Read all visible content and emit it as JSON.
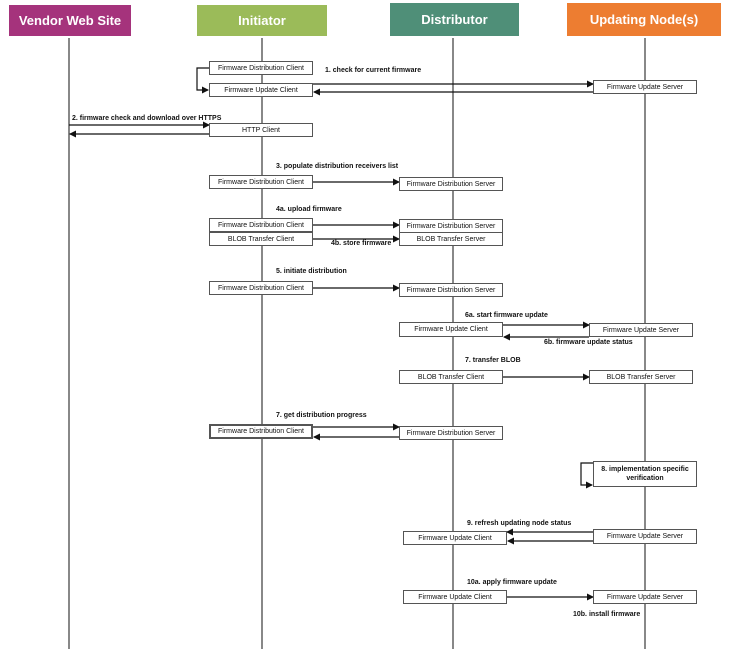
{
  "participants": [
    {
      "name": "Vendor Web Site",
      "color": "#a5337c"
    },
    {
      "name": "Initiator",
      "color": "#9bbb59"
    },
    {
      "name": "Distributor",
      "color": "#4f8f78"
    },
    {
      "name": "Updating Node(s)",
      "color": "#ed7d31"
    }
  ],
  "boxes": {
    "init_fdc_1": "Firmware Distribution Client",
    "init_fuc_1": "Firmware Update Client",
    "node_fus_1": "Firmware Update Server",
    "init_http": "HTTP Client",
    "init_fdc_3": "Firmware Distribution Client",
    "dist_fds_3": "Firmware Distribution Server",
    "init_fdc_4a": "Firmware Distribution Client",
    "dist_fds_4a": "Firmware Distribution Server",
    "init_blob_4b": "BLOB Transfer Client",
    "dist_blob_4b": "BLOB Transfer Server",
    "init_fdc_5": "Firmware Distribution Client",
    "dist_fds_5": "Firmware Distribution Server",
    "dist_fuc_6": "Firmware Update Client",
    "node_fus_6": "Firmware Update Server",
    "dist_blob_7": "BLOB Transfer Client",
    "node_blob_7": "BLOB Transfer Server",
    "init_fdc_7": "Firmware Distribution Client",
    "dist_fds_7": "Firmware Distribution Server",
    "node_verif_8": "8. implementation specific verification",
    "dist_fuc_9": "Firmware Update Client",
    "node_fus_9": "Firmware Update Server",
    "dist_fuc_10": "Firmware Update Client",
    "node_fus_10": "Firmware Update Server"
  },
  "messages": {
    "m1": "1. check for current firmware",
    "m2": "2. firmware check and download over HTTPS",
    "m3": "3. populate distribution receivers list",
    "m4a": "4a. upload firmware",
    "m4b": "4b. store firmware",
    "m5": "5. initiate distribution",
    "m6a": "6a. start firmware update",
    "m6b": "6b. firmware update status",
    "m7": "7. transfer BLOB",
    "m7g": "7. get distribution progress",
    "m9": "9. refresh updating node status",
    "m10a": "10a. apply firmware update",
    "m10b": "10b. install firmware"
  }
}
